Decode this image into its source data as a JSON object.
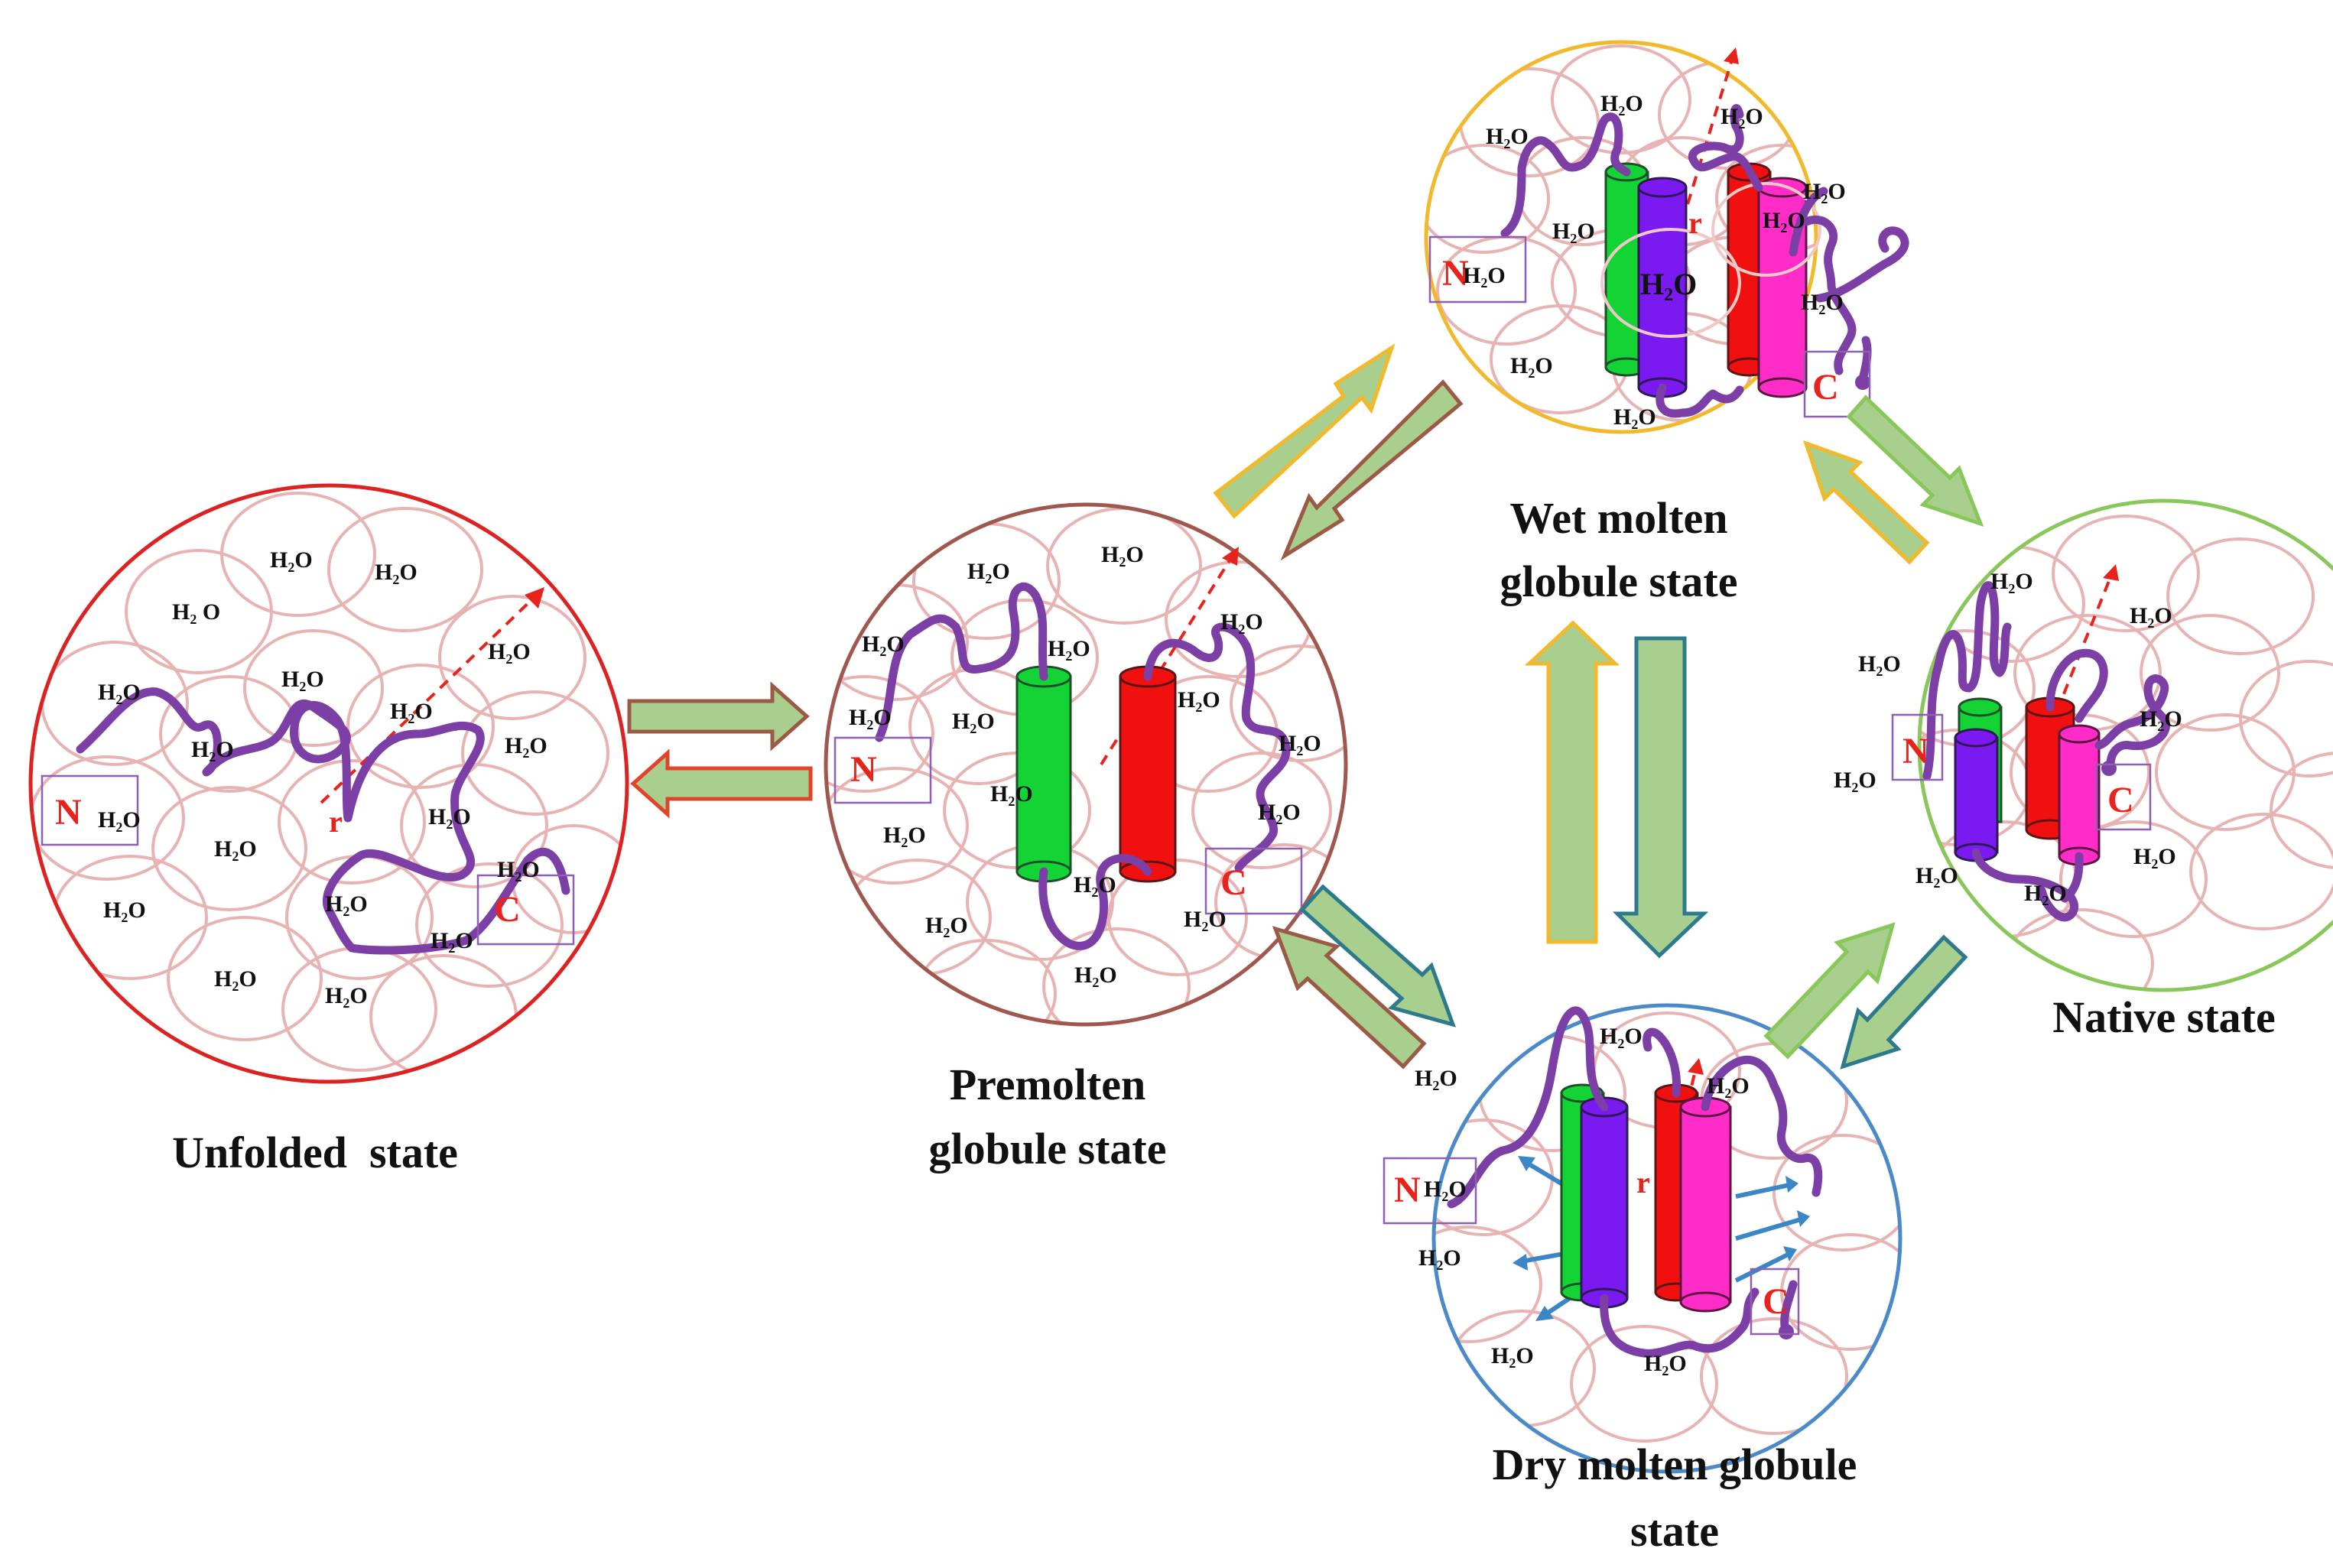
{
  "diagram": {
    "water_label": "H₂O",
    "water_label_spaced": "H₂ O",
    "n_terminus": "N",
    "c_terminus": "C",
    "radius_label": "r",
    "colors": {
      "helix_green": "#14d335",
      "helix_red": "#f01010",
      "helix_purple": "#7a19f0",
      "helix_pink": "#ff2cc8",
      "chain": "#7b3fa6",
      "arrow_fill": "#a9cf8e"
    },
    "states": {
      "unfolded": {
        "title": "Unfolded  state",
        "border_color": "#dd2222"
      },
      "premolten": {
        "title_line1": "Premolten",
        "title_line2": "globule state",
        "border_color": "#a0574d"
      },
      "wet": {
        "title_line1": "Wet molten",
        "title_line2": "globule state",
        "border_color": "#f2b92c"
      },
      "dry": {
        "title_line1": "Dry molten globule",
        "title_line2": "state",
        "border_color": "#4a8ac8"
      },
      "native": {
        "title": "Native state",
        "border_color": "#89c75a"
      }
    }
  }
}
